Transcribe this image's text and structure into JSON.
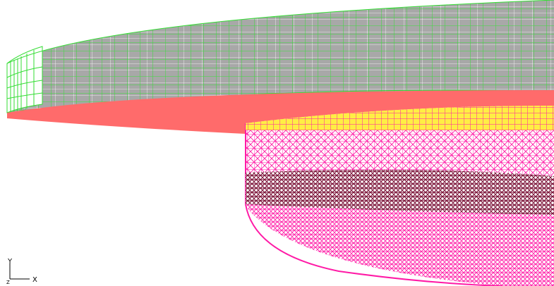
{
  "viewport": {
    "background": "#ffffff",
    "parts": [
      {
        "name": "upper-disk-shell",
        "color": "#33dd33",
        "fill": "#9a9a9a"
      },
      {
        "name": "upper-disk-bottom",
        "color": "#ff6b6b"
      },
      {
        "name": "lower-body-top-band",
        "color": "#ffee44"
      },
      {
        "name": "lower-body-shell",
        "color": "#ff1aa6"
      },
      {
        "name": "lower-body-dense-band",
        "color": "#7a0f35"
      }
    ]
  },
  "triad": {
    "y_label": "Y",
    "x_label": "X",
    "z_label": "Z"
  }
}
